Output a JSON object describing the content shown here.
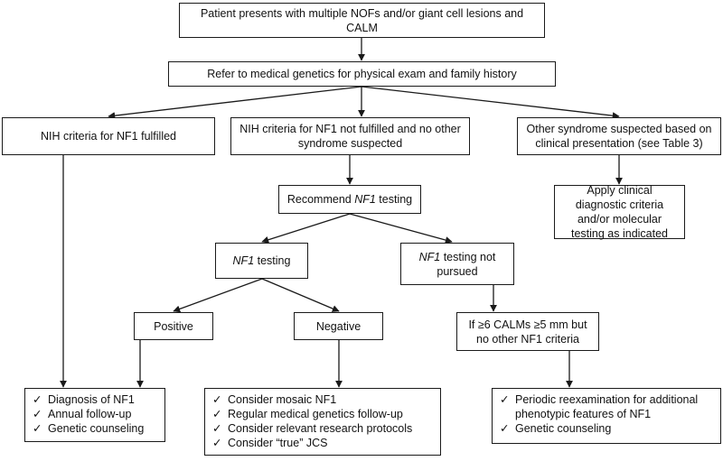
{
  "nodes": {
    "start": "Patient presents with multiple NOFs and/or giant cell lesions and CALM",
    "refer": "Refer to medical genetics for physical exam and family history",
    "nih_fulfilled": "NIH criteria for NF1 fulfilled",
    "nih_not_fulfilled": "NIH criteria for NF1 not fulfilled and no other syndrome suspected",
    "other_syndrome": "Other syndrome suspected based on clinical presentation (see Table 3)",
    "apply_criteria": "Apply clinical diagnostic criteria and/or molecular testing as indicated",
    "recommend_pre": "Recommend ",
    "nf1_gene": "NF1",
    "recommend_post": " testing",
    "testing_post": " testing",
    "not_pursued_post": " testing not pursued",
    "positive": "Positive",
    "negative": "Negative",
    "six_calms": "If ≥6 CALMs ≥5 mm but no other NF1 criteria"
  },
  "outcomes": {
    "check": "✓",
    "positive": [
      "Diagnosis of NF1",
      "Annual follow-up",
      "Genetic counseling"
    ],
    "negative": [
      "Consider mosaic NF1",
      "Regular medical genetics follow-up",
      "Consider relevant research protocols",
      "Consider “true” JCS"
    ],
    "periodic": [
      "Periodic reexamination for additional",
      "phenotypic features of NF1",
      "Genetic counseling"
    ]
  }
}
